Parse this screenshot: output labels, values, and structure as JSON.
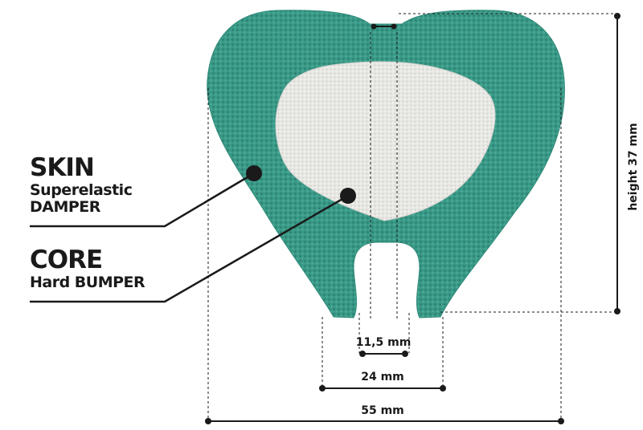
{
  "labels": {
    "skin": {
      "title": "SKIN",
      "line1": "Superelastic",
      "line2": "DAMPER"
    },
    "core": {
      "title": "CORE",
      "line1": "Hard BUMPER"
    }
  },
  "dimensions": {
    "height": "height 37 mm",
    "slot_width": "11,5 mm",
    "neck_width": "24 mm",
    "total_width": "55 mm"
  },
  "colors": {
    "skin": "#3a9a88",
    "skin_dark": "#2a7a6a",
    "core": "#e8e8e4",
    "ink": "#1a1a1a"
  }
}
